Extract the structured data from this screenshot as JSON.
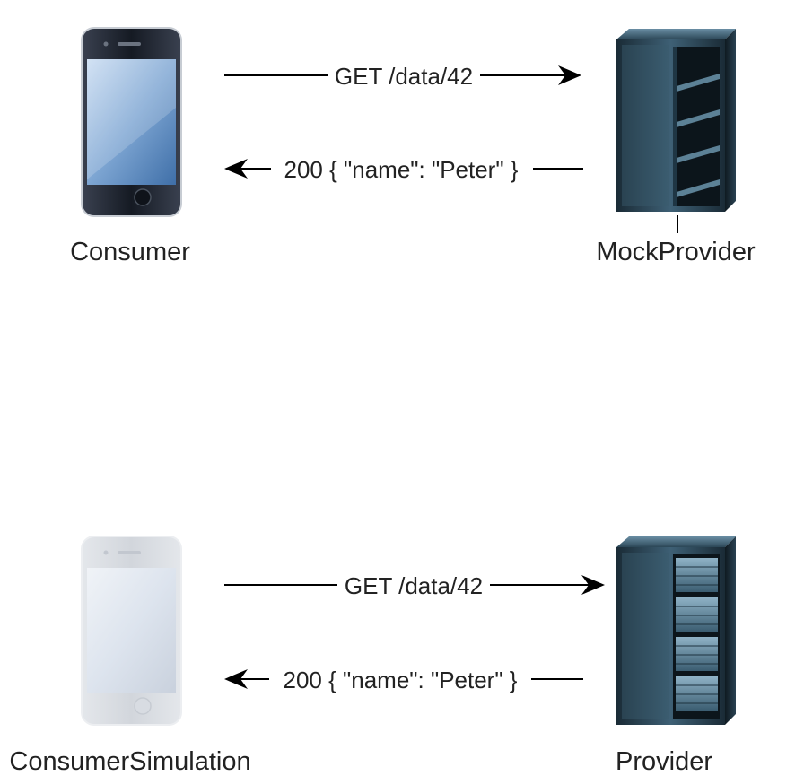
{
  "scenarios": [
    {
      "consumer": {
        "label": "Consumer",
        "icon": "smartphone-icon",
        "style": "active"
      },
      "provider": {
        "label": "MockProvider",
        "icon": "server-rack-icon",
        "style": "empty-shelves"
      },
      "request": {
        "label": "GET /data/42"
      },
      "response": {
        "label": "200 { \"name\": \"Peter\" }"
      }
    },
    {
      "consumer": {
        "label": "ConsumerSimulation",
        "icon": "smartphone-icon",
        "style": "faded"
      },
      "provider": {
        "label": "Provider",
        "icon": "server-rack-icon",
        "style": "populated"
      },
      "request": {
        "label": "GET /data/42"
      },
      "response": {
        "label": "200 { \"name\": \"Peter\" }"
      }
    }
  ],
  "colors": {
    "text": "#222222",
    "line": "#000000",
    "phone_dark": "#1d2430",
    "phone_screen": "#8fb0d6",
    "server_body": "#2e4a5c"
  }
}
